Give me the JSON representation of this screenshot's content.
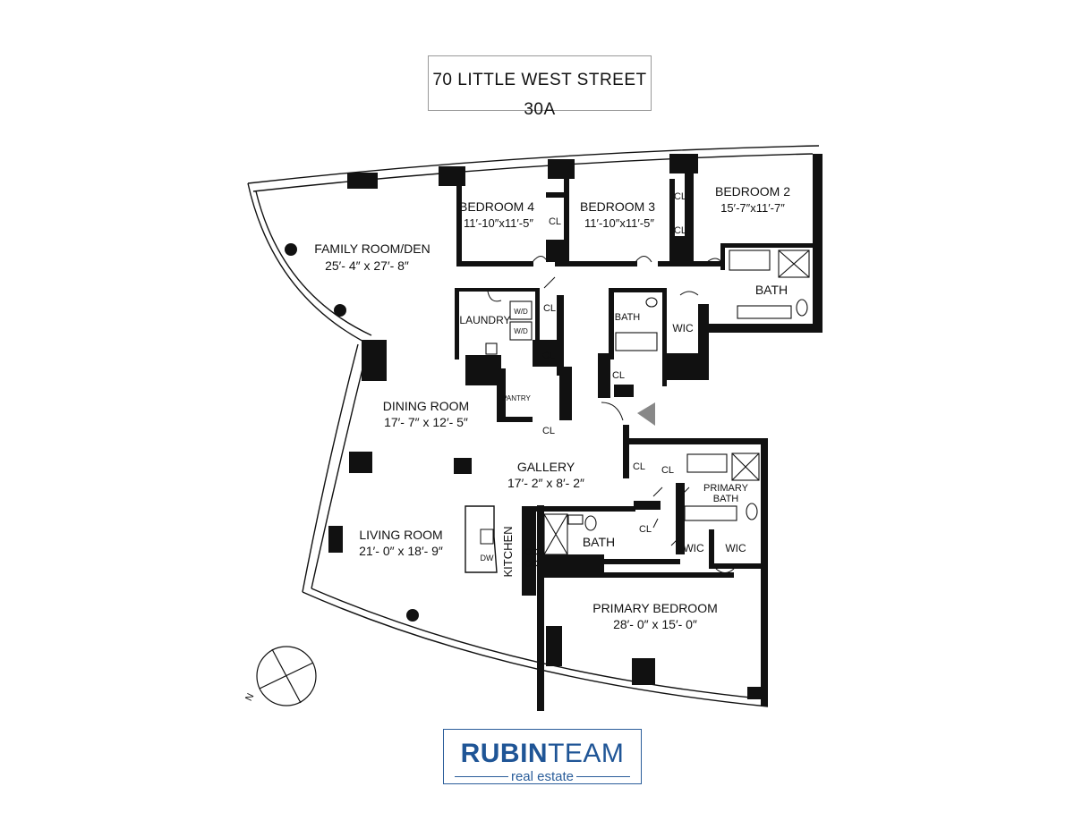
{
  "header": {
    "address": "70 LITTLE WEST STREET",
    "unit": "30A"
  },
  "rooms": {
    "family_room": {
      "name": "FAMILY ROOM/DEN",
      "dims": "25′- 4″ x 27′- 8″"
    },
    "bedroom4": {
      "name": "BEDROOM 4",
      "dims": "11′-10″x11′-5″"
    },
    "bedroom3": {
      "name": "BEDROOM 3",
      "dims": "11′-10″x11′-5″"
    },
    "bedroom2": {
      "name": "BEDROOM 2",
      "dims": "15′-7″x11′-7″"
    },
    "dining_room": {
      "name": "DINING ROOM",
      "dims": "17′- 7″ x 12′- 5″"
    },
    "gallery": {
      "name": "GALLERY",
      "dims": "17′- 2″ x 8′- 2″"
    },
    "living_room": {
      "name": "LIVING ROOM",
      "dims": "21′- 0″ x 18′- 9″"
    },
    "primary_bedroom": {
      "name": "PRIMARY BEDROOM",
      "dims": "28′- 0″ x 15′- 0″"
    }
  },
  "labels": {
    "laundry": "LAUNDRY",
    "wd": "W/D",
    "pantry": "PANTRY",
    "kitchen": "KITCHEN",
    "dw": "DW",
    "bath": "BATH",
    "primary_bath_1": "PRIMARY",
    "primary_bath_2": "BATH",
    "cl": "CL",
    "wic": "WIC",
    "north": "N"
  },
  "logo": {
    "brand_bold": "RUBIN",
    "brand_light": "TEAM",
    "tagline": "real estate",
    "color": "#1f5596"
  }
}
